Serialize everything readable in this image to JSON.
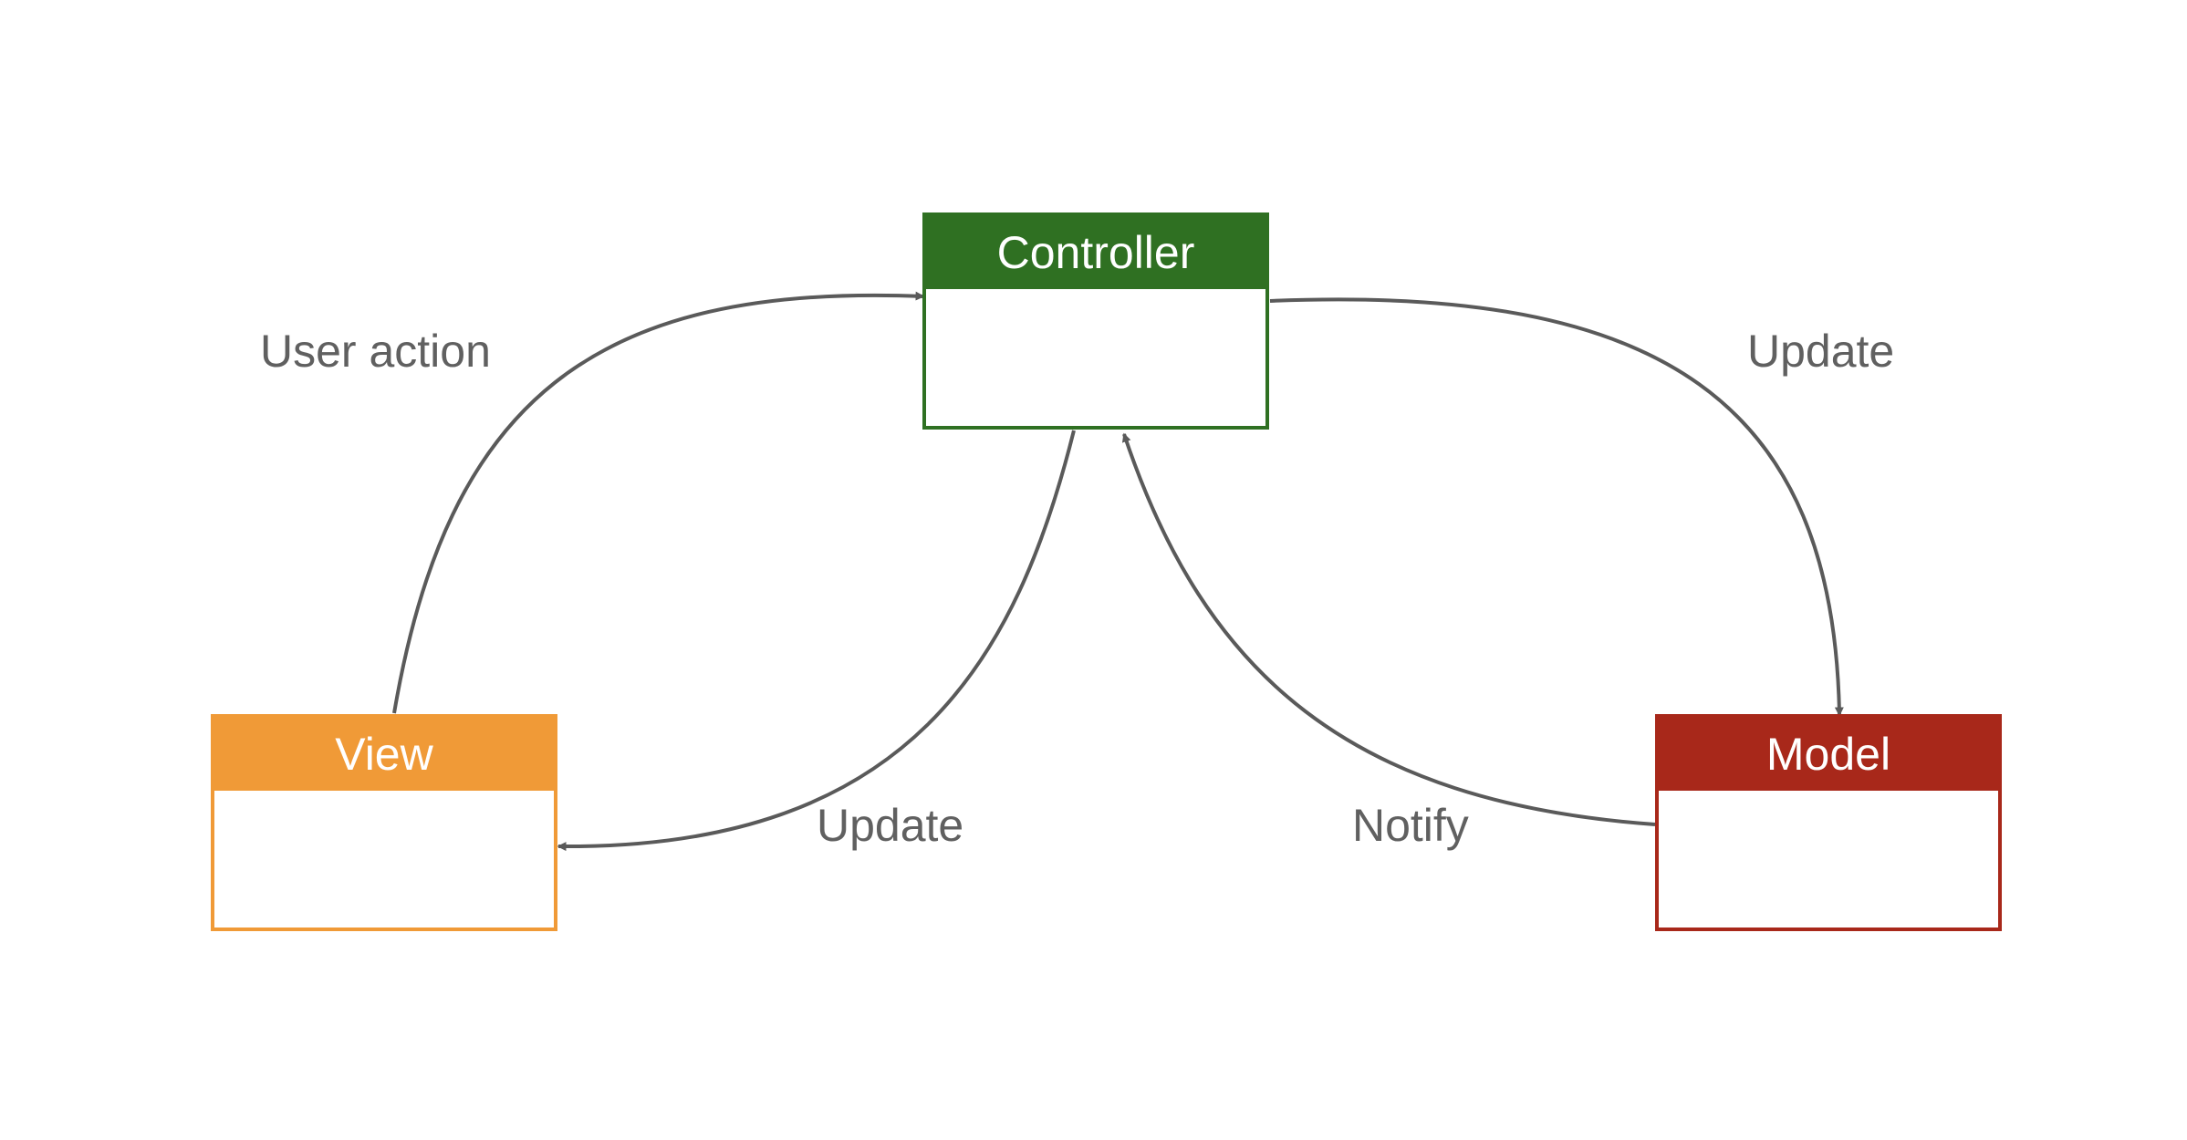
{
  "colors": {
    "controller": "#2F7022",
    "view": "#F09A37",
    "model": "#A8281A",
    "connector": "#5A5A5A",
    "label": "#606060"
  },
  "nodes": {
    "controller": {
      "title": "Controller"
    },
    "view": {
      "title": "View"
    },
    "model": {
      "title": "Model"
    }
  },
  "edges": {
    "view_to_controller": {
      "label": "User action"
    },
    "controller_to_model": {
      "label": "Update"
    },
    "controller_to_view": {
      "label": "Update"
    },
    "model_to_controller": {
      "label": "Notify"
    }
  }
}
